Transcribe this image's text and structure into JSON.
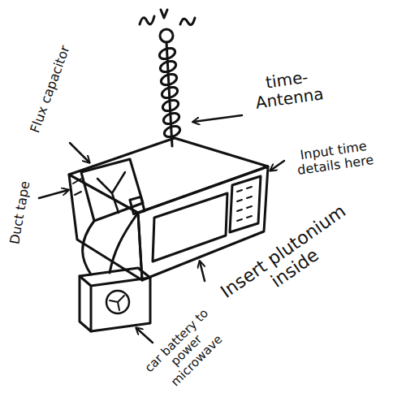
{
  "diagram": {
    "labels": [
      "time- Antenna",
      "Flux capacitor",
      "Input time details here",
      "Duct tape",
      "Insert plutonium inside",
      "car battery to power microwave"
    ]
  }
}
